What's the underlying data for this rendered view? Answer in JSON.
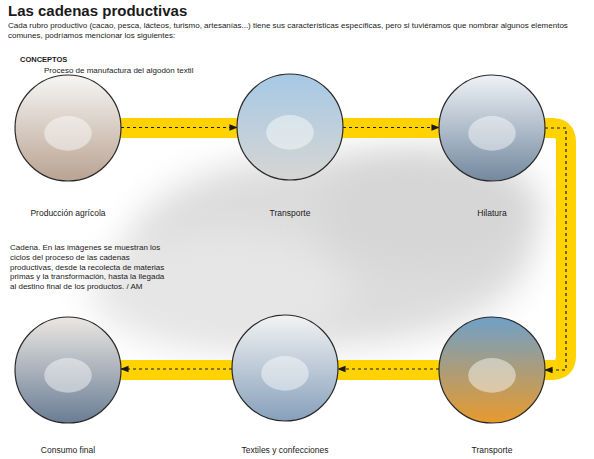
{
  "diagram": {
    "title": "Las cadenas productivas",
    "caption": "Cadena. En las imágenes se muestran los ciclos del proceso de las cadenas productivas, desde la recolecta de materias primas y la transformación, hasta la llegada al destino final de los productos. / AM",
    "nodes": [
      {
        "text": [
          "Producción agrícola"
        ]
      },
      {
        "text": [
          "Transporte"
        ]
      },
      {
        "text": [
          "Hilatura"
        ]
      },
      {
        "text": [
          "Transporte"
        ]
      },
      {
        "text": [
          "Textiles y confecciones"
        ]
      },
      {
        "text": [
          "Consumo final"
        ]
      }
    ],
    "edges": [
      {
        "from": 0,
        "to": 1,
        "arrow": "to"
      },
      {
        "from": 1,
        "to": 2,
        "arrow": "to"
      },
      {
        "from": 2,
        "to": 3,
        "arrow": "to"
      },
      {
        "from": 3,
        "to": 4,
        "arrow": "to"
      },
      {
        "from": 4,
        "to": 5,
        "arrow": "to"
      }
    ],
    "labels": [
      "Cada rubro productivo (cacao, pesca, lácteos, turismo, artesanías...) tiene sus características específicas, pero si tuviéramos que nombrar algunos elementos comunes, podríamos mencionar los siguientes:",
      "CONCEPTOS",
      "Proceso de manufactura del algodón textil"
    ]
  }
}
